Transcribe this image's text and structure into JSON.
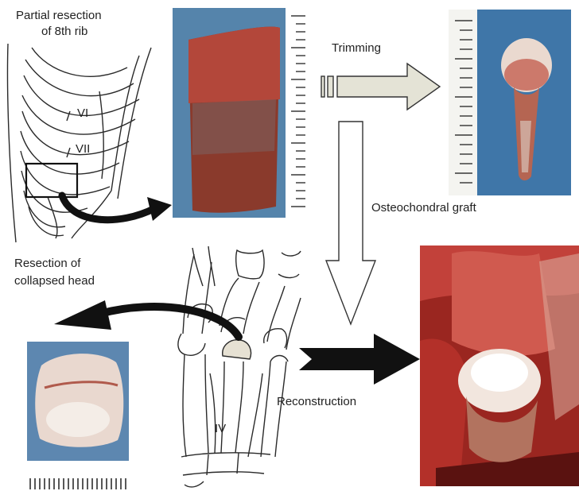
{
  "labels": {
    "rib_title_line1": "Partial resection",
    "rib_title_line2": "of 8th rib",
    "rib_vi": "VI",
    "rib_vii": "VII",
    "trimming": "Trimming",
    "graft": "Osteochondral graft",
    "resection_line1": "Resection of",
    "resection_line2": "collapsed head",
    "reconstruction": "Reconstruction",
    "metatarsal_iv": "IV"
  },
  "colors": {
    "line_art": "#2a2a2a",
    "photo_blue_bg": "#4d7ea8",
    "rib_tissue": "#8a3a2c",
    "cartilage": "#e9d8cf",
    "surgical_red": "#b3312a",
    "trimming_arrow_fill": "#e4e3d6",
    "black_arrow": "#111111"
  },
  "icons": {
    "rib_to_photo_arrow": "curved-arrow-right-icon",
    "trimming_arrow": "hollow-arrow-right-icon",
    "down_arrow": "hollow-arrow-down-icon",
    "head_removal_arrow": "curved-arrow-left-icon",
    "reconstruction_arrow": "solid-arrow-right-icon"
  }
}
